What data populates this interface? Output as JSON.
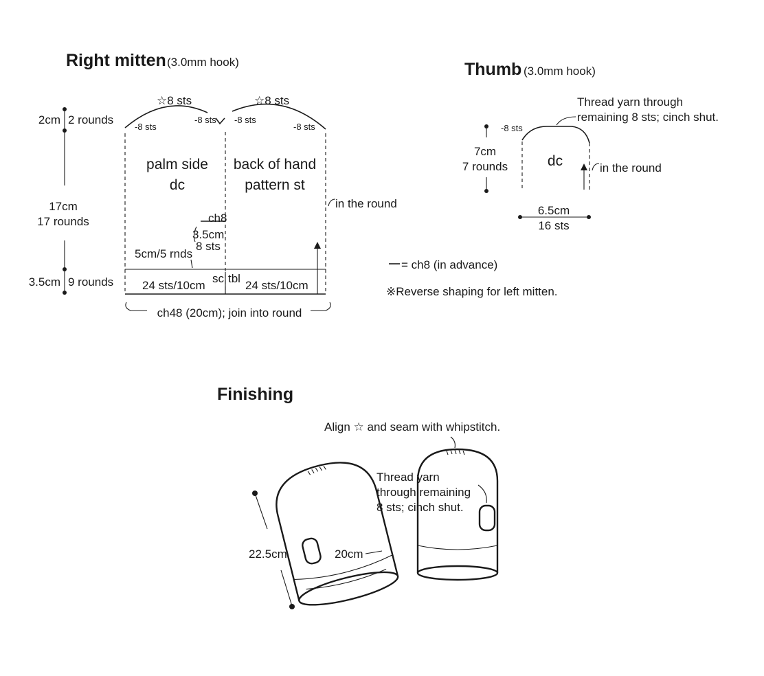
{
  "right_mitten": {
    "title": "Right mitten",
    "hook": "(3.0mm hook)",
    "star_left": "☆8 sts",
    "star_right": "☆8 sts",
    "dec1": "-8 sts",
    "dec2": "-8 sts",
    "dec3": "-8 sts",
    "dec4": "-8 sts",
    "top_cm": "2cm",
    "top_rounds": "2 rounds",
    "mid_cm": "17cm",
    "mid_rounds": "17 rounds",
    "cuff_cm": "3.5cm",
    "cuff_rounds": "9 rounds",
    "palm_label": "palm side",
    "palm_stitch": "dc",
    "back_label": "back of hand",
    "back_stitch": "pattern st",
    "in_round": "in the round",
    "thumb_ch": "ch8",
    "thumb_cm": "3.5cm",
    "thumb_sts": "8 sts",
    "thumb_pos": "5cm/5 rnds",
    "cuff_stitch_a": "sc",
    "cuff_stitch_b": "tbl",
    "gauge_left": "24 sts/10cm",
    "gauge_right": "24 sts/10cm",
    "foundation": "ch48 (20cm); join into round"
  },
  "legend": {
    "ch8_note": "= ch8 (in advance)",
    "reverse_note": "※Reverse shaping for left mitten."
  },
  "thumb": {
    "title": "Thumb",
    "hook": "(3.0mm hook)",
    "cinch_line1": "Thread yarn through",
    "cinch_line2": "remaining 8 sts; cinch shut.",
    "dec": "-8 sts",
    "height_cm": "7cm",
    "height_rounds": "7 rounds",
    "stitch": "dc",
    "in_round": "in the round",
    "width_cm": "6.5cm",
    "width_sts": "16 sts"
  },
  "finishing": {
    "title": "Finishing",
    "align_note": "Align ☆ and seam with whipstitch.",
    "thread_line1": "Thread yarn",
    "thread_line2": "through remaining",
    "thread_line3": "8 sts; cinch shut.",
    "length": "22.5cm",
    "circumference": "20cm"
  }
}
